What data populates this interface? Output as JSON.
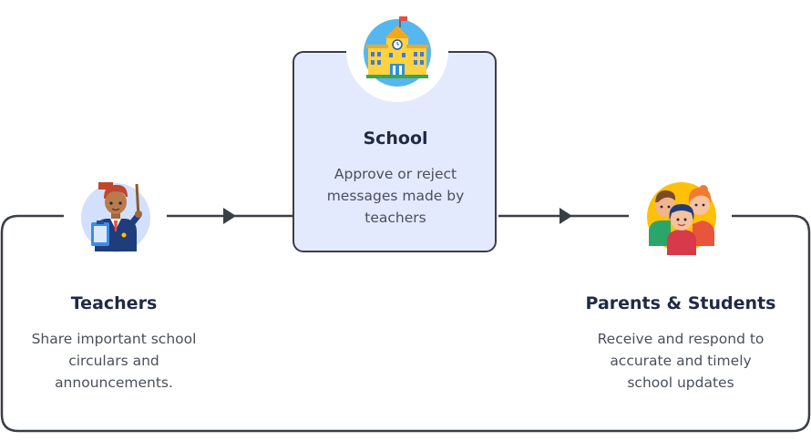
{
  "nodes": {
    "school": {
      "title": "School",
      "description": "Approve or reject messages made by teachers",
      "icon": "school-building-icon"
    },
    "teachers": {
      "title": "Teachers",
      "description": "Share important school circulars and announcements.",
      "icon": "teacher-icon"
    },
    "parents": {
      "title": "Parents & Students",
      "description": "Receive and respond to accurate and timely school updates",
      "icon": "parents-students-icon"
    }
  },
  "colors": {
    "line": "#3a3e47",
    "school_box_fill": "#e4eafd",
    "icon_bg": "#d3e0fb",
    "sun": "#ffc107"
  }
}
